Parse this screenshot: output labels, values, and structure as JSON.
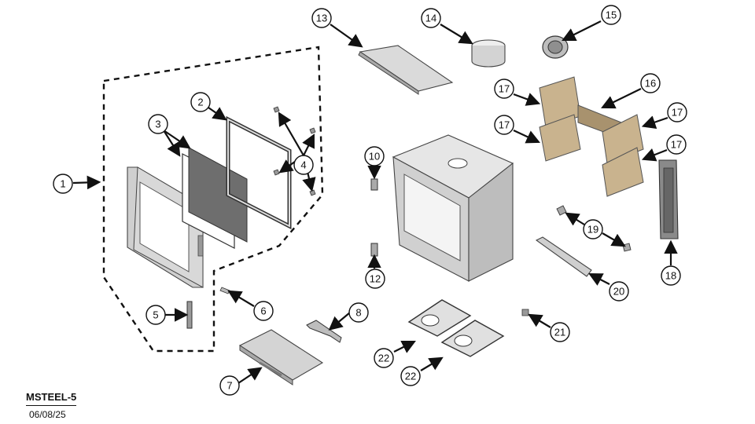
{
  "drawing": {
    "code": "MSTEEL-5",
    "date": "06/08/25"
  },
  "callouts": {
    "c1": "1",
    "c2": "2",
    "c3": "3",
    "c4": "4",
    "c5": "5",
    "c6": "6",
    "c7": "7",
    "c8": "8",
    "c10": "10",
    "c12": "12",
    "c13": "13",
    "c14": "14",
    "c15": "15",
    "c16": "16",
    "c17a": "17",
    "c17b": "17",
    "c17c": "17",
    "c17d": "17",
    "c18": "18",
    "c19": "19",
    "c20": "20",
    "c21": "21",
    "c22a": "22",
    "c22b": "22"
  },
  "colors": {
    "steel": "#c8c8c8",
    "steel_dark": "#8a8a8a",
    "glass_mesh": "#6e6e6e",
    "brick": "#c9b38e",
    "brick_dark": "#a8926e",
    "ink": "#111111"
  }
}
